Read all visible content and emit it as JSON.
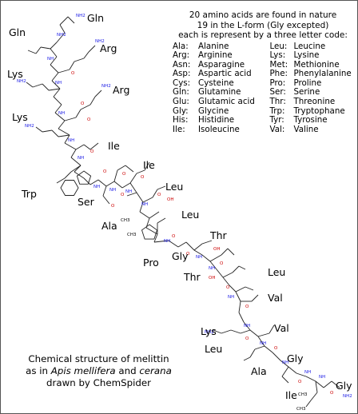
{
  "legend": {
    "title_lines": [
      "20 amino acids are found in nature",
      "19 in the L-form (Gly excepted)",
      "each is represent by a three letter code:"
    ],
    "left_column": [
      {
        "code": "Ala:",
        "name": "Alanine"
      },
      {
        "code": "Arg:",
        "name": "Arginine"
      },
      {
        "code": "Asn:",
        "name": "Asparagine"
      },
      {
        "code": "Asp:",
        "name": "Aspartic acid"
      },
      {
        "code": "Cys:",
        "name": "Cysteine"
      },
      {
        "code": "Gln:",
        "name": "Glutamine"
      },
      {
        "code": "Glu:",
        "name": "Glutamic acid"
      },
      {
        "code": "Gly:",
        "name": "Glycine"
      },
      {
        "code": "His:",
        "name": "Histidine"
      },
      {
        "code": "Ile:",
        "name": "Isoleucine"
      }
    ],
    "right_column": [
      {
        "code": "Leu:",
        "name": "Leucine"
      },
      {
        "code": "Lys:",
        "name": "Lysine"
      },
      {
        "code": "Met:",
        "name": "Methionine"
      },
      {
        "code": "Phe:",
        "name": "Phenylalanine"
      },
      {
        "code": "Pro:",
        "name": "Proline"
      },
      {
        "code": "Ser:",
        "name": "Serine"
      },
      {
        "code": "Thr:",
        "name": "Threonine"
      },
      {
        "code": "Trp:",
        "name": "Tryptophane"
      },
      {
        "code": "Tyr:",
        "name": "Tyrosine"
      },
      {
        "code": "Val:",
        "name": "Valine"
      }
    ]
  },
  "caption": {
    "line1": "Chemical structure of melittin",
    "line2_prefix": "as in ",
    "species1": "Apis mellifera",
    "line2_mid": " and ",
    "species2": "cerana",
    "line3": "drawn by ChemSpider"
  },
  "residue_labels": [
    "Gln",
    "Gln",
    "Arg",
    "Lys",
    "Arg",
    "Lys",
    "Ile",
    "Ile",
    "Trp",
    "Ser",
    "Leu",
    "Ala",
    "Leu",
    "Thr",
    "Gly",
    "Pro",
    "Thr",
    "Leu",
    "Val",
    "Val",
    "Lys",
    "Leu",
    "Ala",
    "Gly",
    "Gly",
    "Ile"
  ],
  "atom_labels": {
    "oxygen": "O",
    "nitrogen_h": "NH",
    "hydroxyl": "OH",
    "amine": "NH2",
    "methyl": "CH3"
  },
  "colors": {
    "text": "#000000",
    "bond": "#222222",
    "oxygen": "#cc0000",
    "nitrogen": "#1a1ae6",
    "border": "#555555",
    "background": "#ffffff"
  }
}
